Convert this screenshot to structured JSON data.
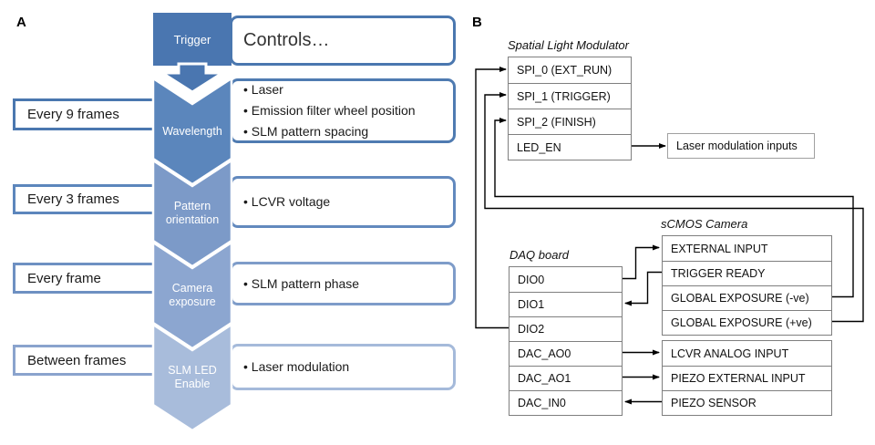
{
  "colors": {
    "step1": "#4A76B0",
    "step2": "#5B86BC",
    "step3": "#7C9AC8",
    "step4": "#8CA6D0",
    "step5": "#A8BCDB",
    "leftBorder1": "#4A77AF",
    "leftBorder2": "#5C86BC",
    "leftBorder3": "#6E90C2",
    "leftBorder4": "#8AA3CD",
    "rightBorder1": "#4A77AF",
    "rightBorder2": "#4F7BB1",
    "rightBorder3": "#6289BE",
    "rightBorder4": "#7E9CC9",
    "rightBorder5": "#A5BADA",
    "tableBorder": "#7f7f7f",
    "wire": "#000000"
  },
  "panelA": {
    "label": "A",
    "chevrons": {
      "trigger": "Trigger",
      "wavelength": "Wavelength",
      "pattern": "Pattern orientation",
      "camera": "Camera exposure",
      "sled": "SLM LED Enable"
    },
    "leftBoxes": {
      "b1": "Every 9 frames",
      "b2": "Every 3 frames",
      "b3": "Every frame",
      "b4": "Between frames"
    },
    "controls": "Controls…",
    "bullets1": [
      "Laser",
      "Emission filter wheel position",
      "SLM pattern spacing"
    ],
    "bullets2": [
      "LCVR voltage"
    ],
    "bullets3": [
      "SLM pattern phase"
    ],
    "bullets4": [
      "Laser modulation"
    ]
  },
  "panelB": {
    "label": "B",
    "slm": {
      "title": "Spatial Light Modulator",
      "rows": [
        "SPI_0 (EXT_RUN)",
        "SPI_1 (TRIGGER)",
        "SPI_2 (FINISH)",
        "LED_EN"
      ]
    },
    "laserBox": "Laser modulation inputs",
    "daq": {
      "title": "DAQ board",
      "rows": [
        "DIO0",
        "DIO1",
        "DIO2",
        "DAC_AO0",
        "DAC_AO1",
        "DAC_IN0"
      ]
    },
    "camera": {
      "title": "sCMOS Camera",
      "rows": [
        "EXTERNAL INPUT",
        "TRIGGER READY",
        "GLOBAL EXPOSURE (-ve)",
        "GLOBAL EXPOSURE (+ve)"
      ]
    },
    "aux": {
      "rows": [
        "LCVR ANALOG INPUT",
        "PIEZO EXTERNAL INPUT",
        "PIEZO SENSOR"
      ]
    },
    "connections": [
      {
        "from": "DAQ DIO0",
        "to": "Camera EXTERNAL INPUT"
      },
      {
        "from": "Camera TRIGGER READY",
        "to": "DAQ DIO1"
      },
      {
        "from": "DAQ DIO2",
        "to": "SLM SPI_0 (EXT_RUN)"
      },
      {
        "from": "Camera GLOBAL EXPOSURE (+ve)",
        "to": "SLM SPI_1 (TRIGGER)"
      },
      {
        "from": "Camera GLOBAL EXPOSURE (-ve)",
        "to": "SLM SPI_2 (FINISH)"
      },
      {
        "from": "SLM LED_EN",
        "to": "Laser modulation inputs"
      },
      {
        "from": "DAQ DAC_AO0",
        "to": "LCVR ANALOG INPUT"
      },
      {
        "from": "DAQ DAC_AO1",
        "to": "PIEZO EXTERNAL INPUT"
      },
      {
        "from": "PIEZO SENSOR",
        "to": "DAQ DAC_IN0"
      }
    ]
  }
}
